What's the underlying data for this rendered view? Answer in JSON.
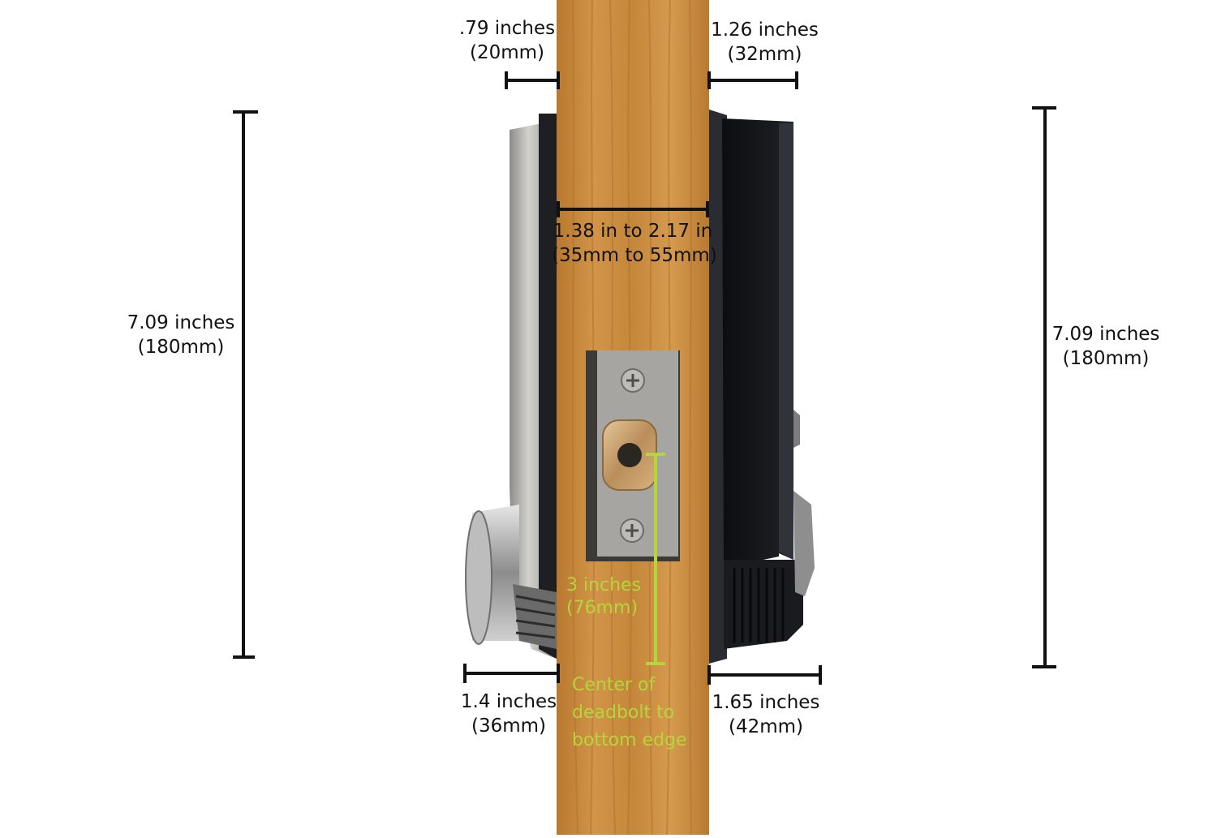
{
  "dimensions": {
    "interior_depth": {
      "value": ".79 inches",
      "metric": "(20mm)"
    },
    "exterior_depth_top": {
      "value": "1.26 inches",
      "metric": "(32mm)"
    },
    "door_thickness": {
      "value": "1.38 in to 2.17 in",
      "metric": "(35mm to 55mm)"
    },
    "left_height": {
      "value": "7.09 inches",
      "metric": "(180mm)"
    },
    "right_height": {
      "value": "7.09 inches",
      "metric": "(180mm)"
    },
    "deadbolt_offset": {
      "value": "3 inches",
      "metric": "(76mm)"
    },
    "deadbolt_note": [
      "Center of",
      "deadbolt to",
      "bottom edge"
    ],
    "interior_knob_depth": {
      "value": "1.4 inches",
      "metric": "(36mm)"
    },
    "exterior_depth_bottom": {
      "value": "1.65 inches",
      "metric": "(42mm)"
    }
  },
  "colors": {
    "door": "#c8873a",
    "annotation": "#b4d63a",
    "dimension_line": "#111111",
    "keypad_body": "#15171b",
    "interior_housing": "#b9b8b4"
  }
}
